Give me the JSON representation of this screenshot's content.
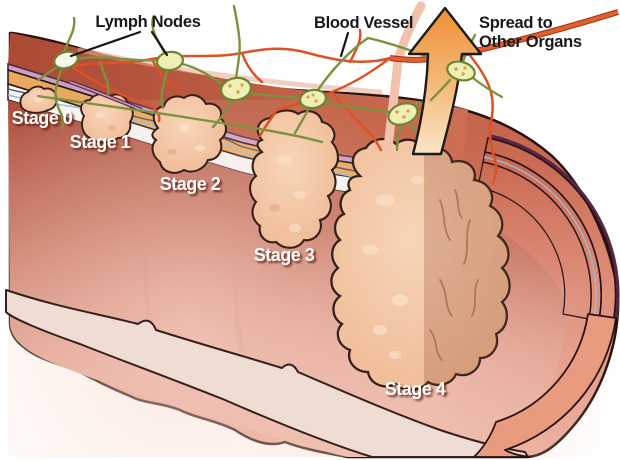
{
  "diagram": {
    "annotations": {
      "lymph_nodes": "Lymph Nodes",
      "blood_vessel": "Blood Vessel",
      "spread_line1": "Spread to",
      "spread_line2": "Other Organs"
    },
    "stages": [
      {
        "label": "Stage 0"
      },
      {
        "label": "Stage 1"
      },
      {
        "label": "Stage 2"
      },
      {
        "label": "Stage 3"
      },
      {
        "label": "Stage 4"
      }
    ],
    "colors": {
      "background": "#ffffff",
      "outer_wall": "#bf5a42",
      "inner_lining": "#e8b0a0",
      "muscle_layer": "#e8a95f",
      "submucosa_band": "#f4f6f8",
      "serosa_line": "#5a2545",
      "tumor": "#f3c5a4",
      "tumor_outline": "#33201a",
      "lymph_vessel": "#7d923e",
      "lymph_node": "#edefb6",
      "blood_vessel": "#dc5226",
      "spread_arrow": "#ee8f35",
      "annotation_text": "#191919",
      "stage_text": "#ffffff"
    }
  }
}
